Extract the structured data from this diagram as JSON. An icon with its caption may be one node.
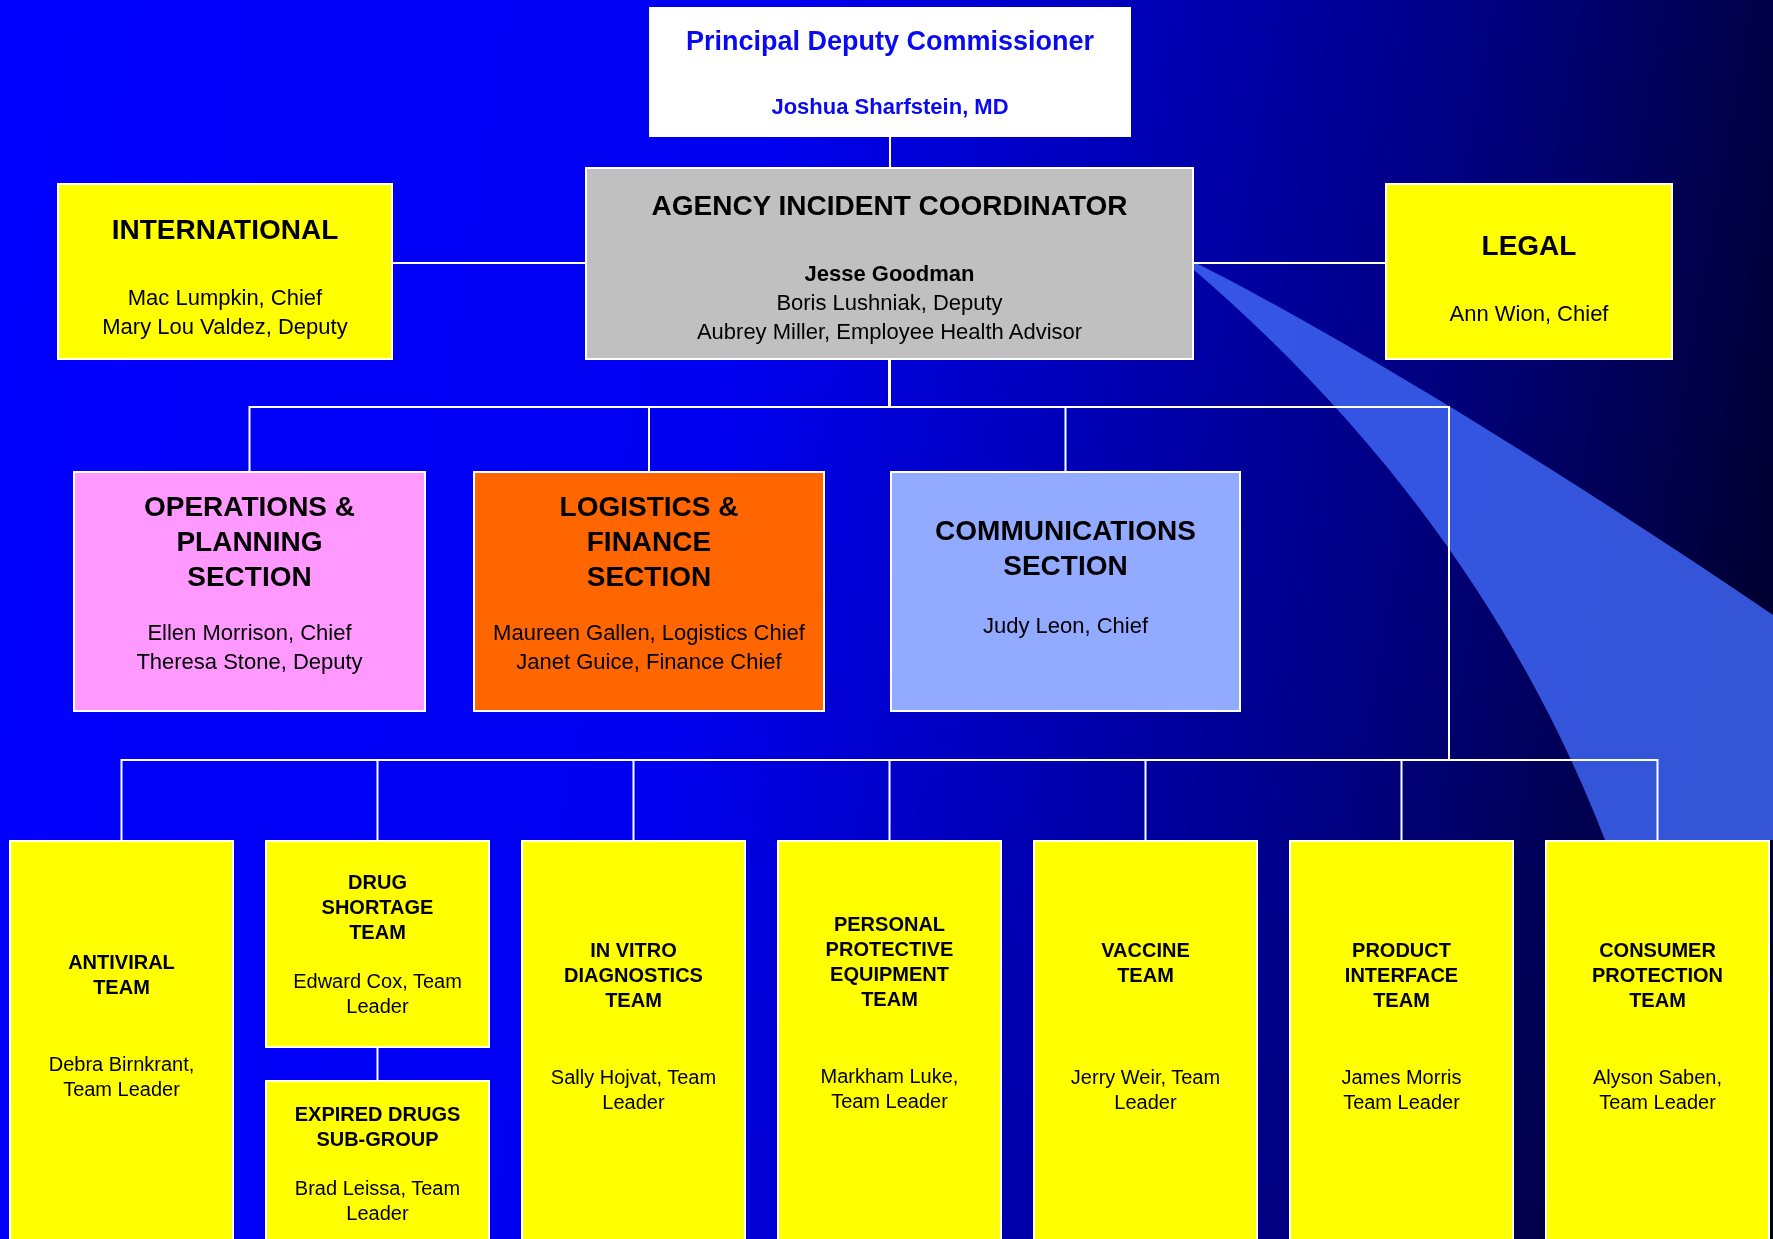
{
  "diagram": {
    "nodes": [
      {
        "text": [
          "Principal Deputy Commissioner",
          "Joshua Sharfstein, MD"
        ]
      },
      {
        "text": [
          "AGENCY INCIDENT COORDINATOR",
          "Jesse Goodman",
          "Boris Lushniak, Deputy",
          "Aubrey Miller, Employee Health Advisor"
        ]
      },
      {
        "text": [
          "INTERNATIONAL",
          "Mac Lumpkin, Chief",
          "Mary Lou Valdez, Deputy"
        ]
      },
      {
        "text": [
          "LEGAL",
          "Ann Wion, Chief"
        ]
      },
      {
        "text": [
          "OPERATIONS & PLANNING SECTION",
          "Ellen Morrison, Chief",
          "Theresa Stone, Deputy"
        ]
      },
      {
        "text": [
          "LOGISTICS & FINANCE SECTION",
          "Maureen Gallen, Logistics Chief",
          "Janet Guice, Finance Chief"
        ]
      },
      {
        "text": [
          "COMMUNICATIONS SECTION",
          "Judy Leon, Chief"
        ]
      },
      {
        "text": [
          "ANTIVIRAL TEAM",
          "Debra Birnkrant, Team Leader"
        ]
      },
      {
        "text": [
          "DRUG SHORTAGE TEAM",
          "Edward Cox, Team Leader"
        ]
      },
      {
        "text": [
          "EXPIRED DRUGS SUB-GROUP",
          "Brad Leissa, Team Leader"
        ]
      },
      {
        "text": [
          "IN VITRO DIAGNOSTICS TEAM",
          "Sally Hojvat, Team Leader"
        ]
      },
      {
        "text": [
          "PERSONAL PROTECTIVE EQUIPMENT TEAM",
          "Markham Luke, Team Leader"
        ]
      },
      {
        "text": [
          "VACCINE TEAM",
          "Jerry Weir, Team Leader"
        ]
      },
      {
        "text": [
          "PRODUCT INTERFACE TEAM",
          "James Morris Team Leader"
        ]
      },
      {
        "text": [
          "CONSUMER PROTECTION TEAM",
          "Alyson Saben, Team Leader"
        ]
      }
    ],
    "edges": [
      {
        "from": 0,
        "to": 1,
        "arrow": "none"
      },
      {
        "from": 1,
        "to": 2,
        "arrow": "none"
      },
      {
        "from": 1,
        "to": 3,
        "arrow": "none"
      },
      {
        "from": 1,
        "to": 4,
        "arrow": "none"
      },
      {
        "from": 1,
        "to": 5,
        "arrow": "none"
      },
      {
        "from": 1,
        "to": 6,
        "arrow": "none"
      },
      {
        "from": 1,
        "to": 7,
        "arrow": "none"
      },
      {
        "from": 1,
        "to": 8,
        "arrow": "none"
      },
      {
        "from": 8,
        "to": 9,
        "arrow": "none"
      },
      {
        "from": 1,
        "to": 10,
        "arrow": "none"
      },
      {
        "from": 1,
        "to": 11,
        "arrow": "none"
      },
      {
        "from": 1,
        "to": 12,
        "arrow": "none"
      },
      {
        "from": 1,
        "to": 13,
        "arrow": "none"
      },
      {
        "from": 1,
        "to": 14,
        "arrow": "none"
      }
    ]
  }
}
